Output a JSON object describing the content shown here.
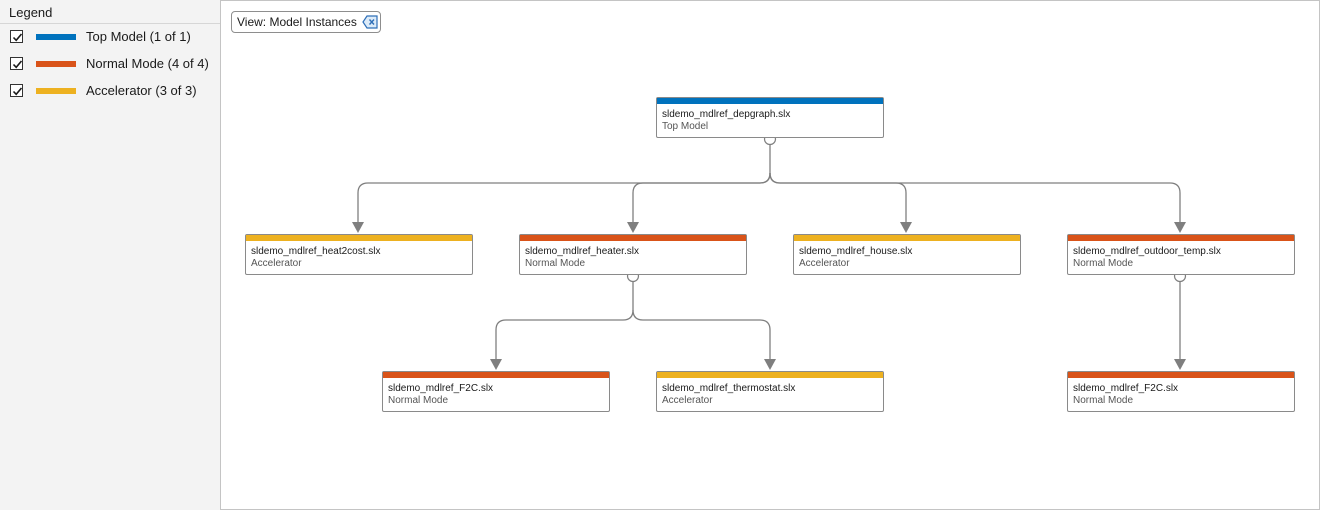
{
  "colors": {
    "top_model": "#0072bd",
    "normal_mode": "#d95319",
    "accelerator": "#edb120"
  },
  "legend": {
    "title": "Legend",
    "items": [
      {
        "label": "Top Model (1 of 1)",
        "color": "#0072bd",
        "checked": true
      },
      {
        "label": "Normal Mode (4 of 4)",
        "color": "#d95319",
        "checked": true
      },
      {
        "label": "Accelerator (3 of 3)",
        "color": "#edb120",
        "checked": true
      }
    ]
  },
  "view_filter": {
    "label": "View: Model Instances",
    "clear_icon": "clear-filter-icon"
  },
  "nodes": [
    {
      "id": "depgraph",
      "name": "sldemo_mdlref_depgraph.slx",
      "mode": "Top Model",
      "color": "#0072bd"
    },
    {
      "id": "heat2cost",
      "name": "sldemo_mdlref_heat2cost.slx",
      "mode": "Accelerator",
      "color": "#edb120"
    },
    {
      "id": "heater",
      "name": "sldemo_mdlref_heater.slx",
      "mode": "Normal Mode",
      "color": "#d95319"
    },
    {
      "id": "house",
      "name": "sldemo_mdlref_house.slx",
      "mode": "Accelerator",
      "color": "#edb120"
    },
    {
      "id": "outdoor_temp",
      "name": "sldemo_mdlref_outdoor_temp.slx",
      "mode": "Normal Mode",
      "color": "#d95319"
    },
    {
      "id": "f2c_a",
      "name": "sldemo_mdlref_F2C.slx",
      "mode": "Normal Mode",
      "color": "#d95319"
    },
    {
      "id": "thermostat",
      "name": "sldemo_mdlref_thermostat.slx",
      "mode": "Accelerator",
      "color": "#edb120"
    },
    {
      "id": "f2c_b",
      "name": "sldemo_mdlref_F2C.slx",
      "mode": "Normal Mode",
      "color": "#d95319"
    }
  ],
  "edges": [
    {
      "from": "depgraph",
      "to": "heat2cost"
    },
    {
      "from": "depgraph",
      "to": "heater"
    },
    {
      "from": "depgraph",
      "to": "house"
    },
    {
      "from": "depgraph",
      "to": "outdoor_temp"
    },
    {
      "from": "heater",
      "to": "f2c_a"
    },
    {
      "from": "heater",
      "to": "thermostat"
    },
    {
      "from": "outdoor_temp",
      "to": "f2c_b"
    }
  ]
}
